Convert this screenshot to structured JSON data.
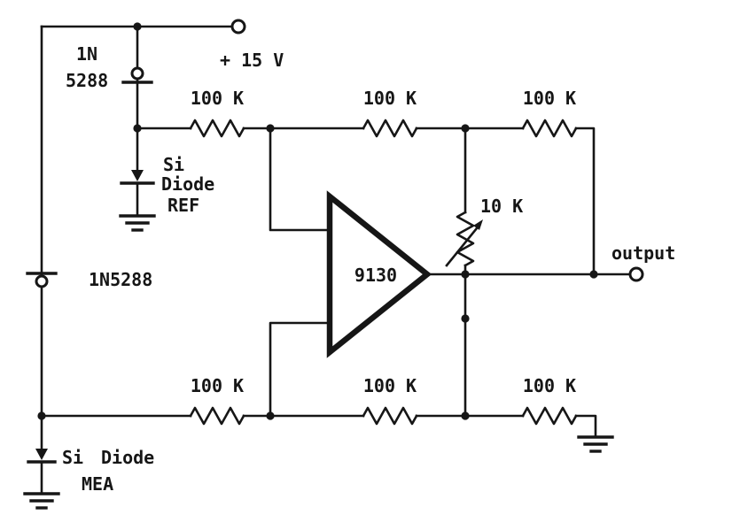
{
  "schematic": {
    "power": {
      "label": "+ 15 V"
    },
    "output": {
      "label": "output"
    },
    "opamp": {
      "label": "9130"
    },
    "potentiometer": {
      "label": "10 K"
    },
    "resistors": {
      "top_left": "100 K",
      "top_middle": "100 K",
      "top_right": "100 K",
      "bottom_left": "100 K",
      "bottom_middle": "100 K",
      "bottom_right": "100 K"
    },
    "current_diode_top": {
      "line1": "1N",
      "line2": "5288"
    },
    "current_diode_left": {
      "label": "1N5288"
    },
    "ref_diode": {
      "word1": "Si",
      "word2": "Diode",
      "word3": "REF"
    },
    "mea_diode": {
      "word1": "Si",
      "word2": "Diode",
      "word3": "MEA"
    },
    "colors": {
      "ink": "#161616",
      "background": "#ffffff"
    }
  }
}
